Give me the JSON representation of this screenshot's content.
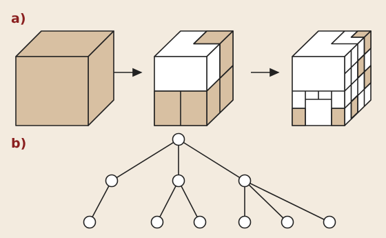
{
  "panels": {
    "a": {
      "label": "a)"
    },
    "b": {
      "label": "b)"
    }
  },
  "colors": {
    "background": "#f3ebdf",
    "cube_fill": "#d8c0a2",
    "empty_fill": "#ffffff",
    "stroke": "#222222",
    "label": "#8a1f1f"
  },
  "cubes": [
    {
      "name": "solid-cube",
      "state": "fully occupied"
    },
    {
      "name": "subdivided-cube-level-1",
      "state": "partially occupied"
    },
    {
      "name": "subdivided-cube-level-2",
      "state": "further subdivided"
    }
  ],
  "tree": {
    "root": "root",
    "children": {
      "root": [
        "n1",
        "n2",
        "n3"
      ],
      "n1": [
        "n1a"
      ],
      "n2": [
        "n2a",
        "n2b"
      ],
      "n3": [
        "n3a",
        "n3b",
        "n3c"
      ]
    }
  }
}
